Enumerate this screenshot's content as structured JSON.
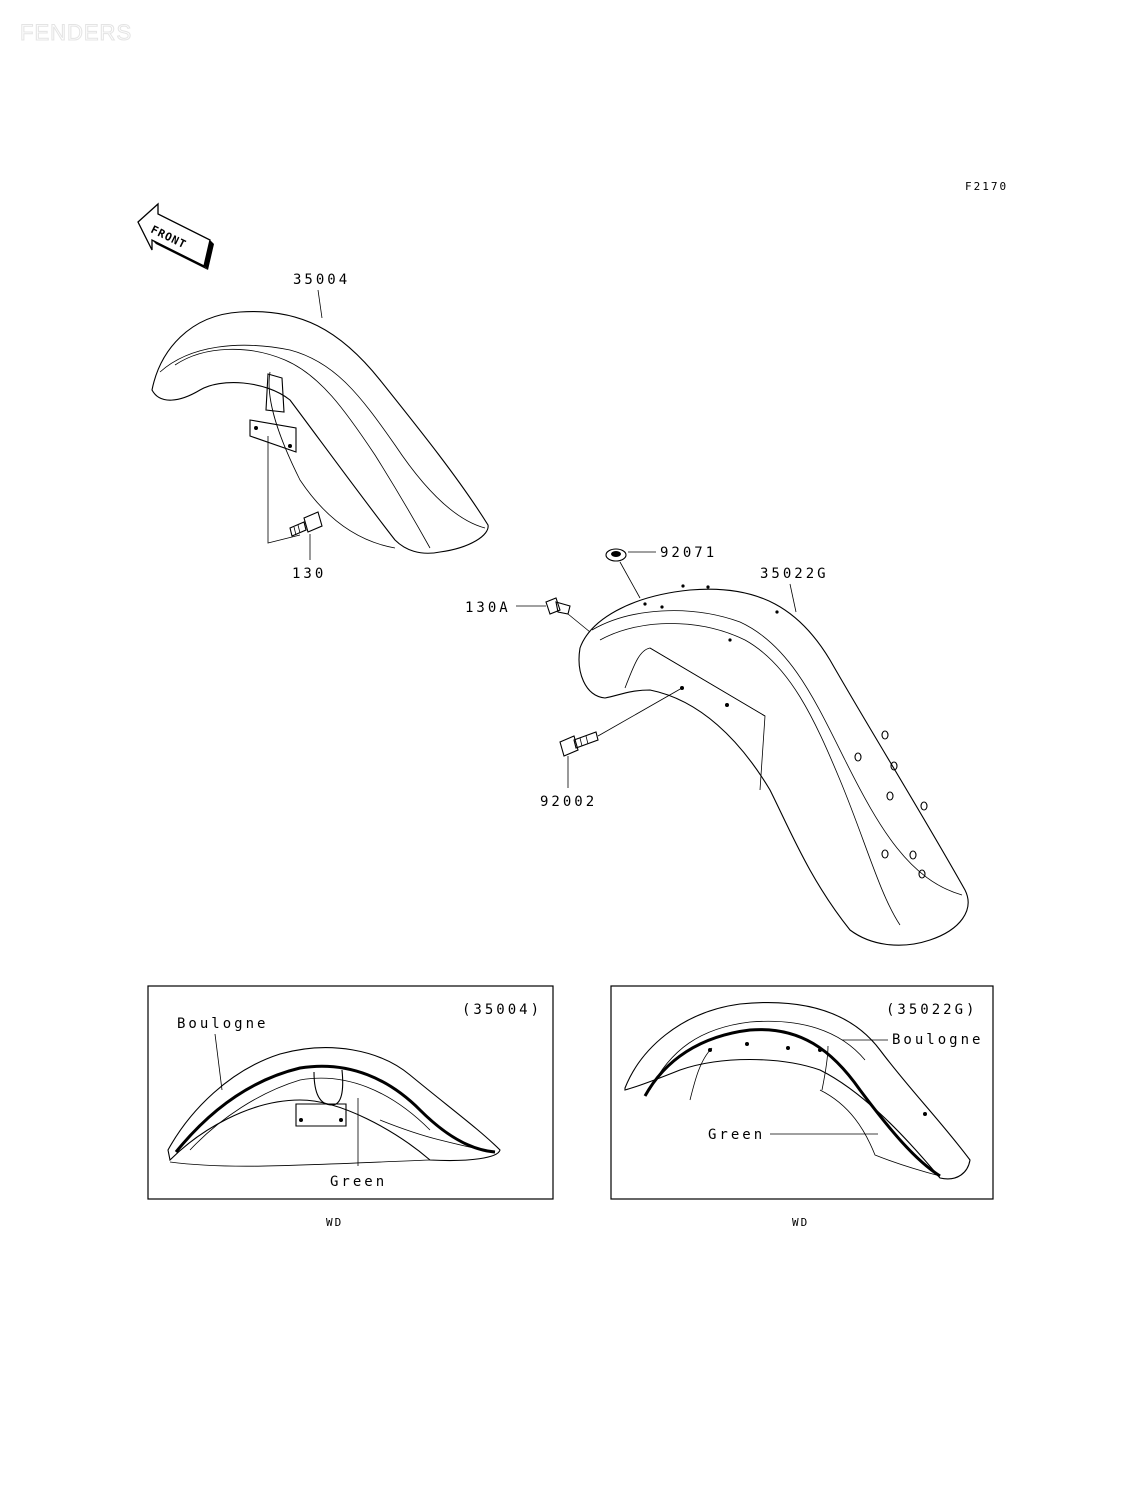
{
  "diagram": {
    "title_watermark": "FENDERS",
    "figure_code": "F2170",
    "direction_label": "FRONT",
    "part_labels": {
      "front_fender": "35004",
      "front_bolt": "130",
      "rear_bolt_a": "130A",
      "rear_grommet": "92071",
      "rear_fender": "35022G",
      "rear_bolt": "92002"
    },
    "detail_front": {
      "ref": "(35004)",
      "color_1": "Boulogne",
      "color_2": "Green",
      "caption": "WD"
    },
    "detail_rear": {
      "ref": "(35022G)",
      "color_1": "Boulogne",
      "color_2": "Green",
      "caption": "WD"
    }
  }
}
